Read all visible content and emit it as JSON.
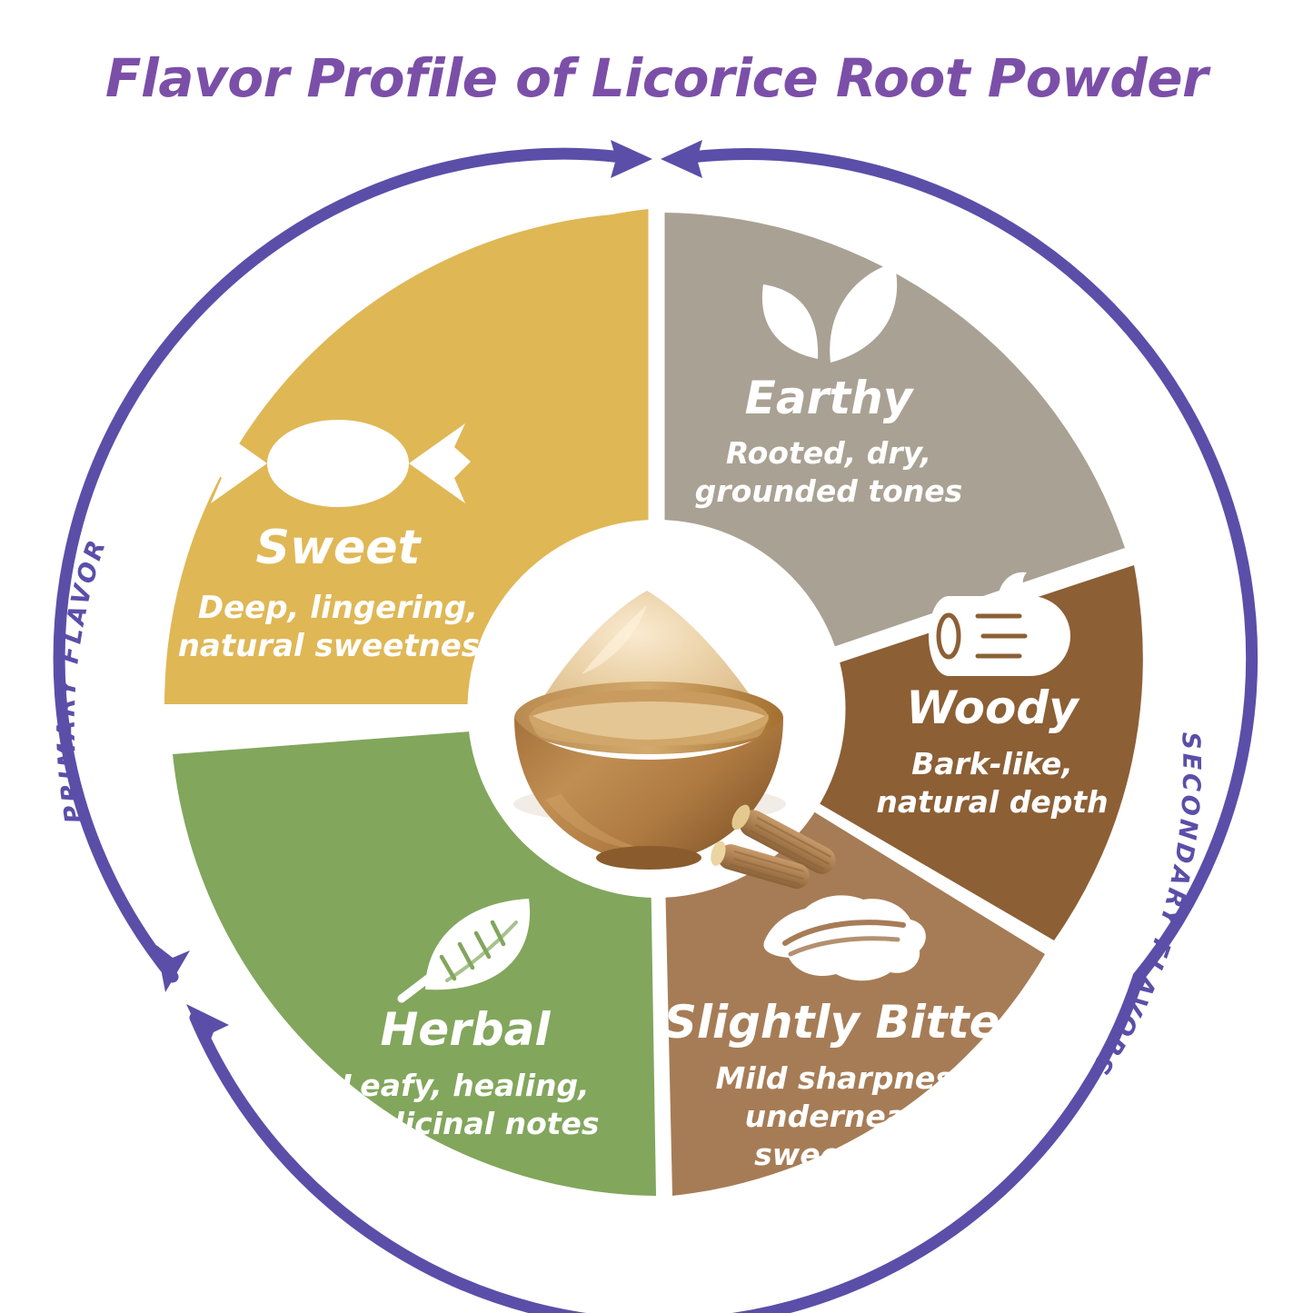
{
  "header": {
    "title": "Flavor Profile of Licorice Root Powder"
  },
  "colors": {
    "title_purple": "#7B4FA8",
    "arc_purple": "#5B4EA8",
    "sweet": "#DFB755",
    "earthy": "#A9A193",
    "woody": "#8C5F35",
    "bitter": "#A67C56",
    "herbal": "#82A65C",
    "label_text": "#FFFFFF",
    "background": "#FFFFFF"
  },
  "arc_labels": {
    "primary": "PRIMARY FLAVOR",
    "secondary": "SECONDARY FLAVORS"
  },
  "center": {
    "image_name": "licorice-root-powder-bowl",
    "description": "Wooden bowl filled with licorice root powder beside licorice root sticks"
  },
  "chart_data": {
    "type": "pie",
    "title": "Flavor Profile of Licorice Root Powder",
    "categories": [
      "Sweet",
      "Earthy",
      "Woody",
      "Slightly Bitter",
      "Herbal"
    ],
    "values": [
      135,
      57,
      57,
      57,
      54
    ],
    "unit": "degrees",
    "legend": "none",
    "grid": false
  },
  "segments": [
    {
      "id": "sweet",
      "title": "Sweet",
      "desc_lines": [
        "Deep, lingering,",
        "natural sweetness"
      ],
      "icon": "candy-icon",
      "color": "#DFB755",
      "group": "PRIMARY FLAVOR",
      "start_deg": 180,
      "end_deg": 315,
      "title_size": 52,
      "desc_size": 34
    },
    {
      "id": "earthy",
      "title": "Earthy",
      "desc_lines": [
        "Rooted, dry,",
        "grounded tones"
      ],
      "icon": "two-leaves-icon",
      "color": "#A9A193",
      "group": "SECONDARY FLAVORS",
      "start_deg": 315,
      "end_deg": 12,
      "title_size": 50,
      "desc_size": 33
    },
    {
      "id": "woody",
      "title": "Woody",
      "desc_lines": [
        "Bark-like,",
        "natural depth"
      ],
      "icon": "log-icon",
      "color": "#8C5F35",
      "group": "SECONDARY FLAVORS",
      "start_deg": 12,
      "end_deg": 69,
      "title_size": 50,
      "desc_size": 33
    },
    {
      "id": "slightly-bitter",
      "title": "Slightly Bitter",
      "desc_lines": [
        "Mild sharpness",
        "underneath",
        "sweetness"
      ],
      "icon": "bitter-leaf-icon",
      "color": "#A67C56",
      "group": "SECONDARY FLAVORS",
      "start_deg": 69,
      "end_deg": 126,
      "title_size": 50,
      "desc_size": 33
    },
    {
      "id": "herbal",
      "title": "Herbal",
      "desc_lines": [
        "Leafy, healing,",
        "medicinal notes"
      ],
      "icon": "single-leaf-icon",
      "color": "#82A65C",
      "group": "PRIMARY FLAVOR",
      "start_deg": 126,
      "end_deg": 180,
      "title_size": 50,
      "desc_size": 33
    }
  ]
}
